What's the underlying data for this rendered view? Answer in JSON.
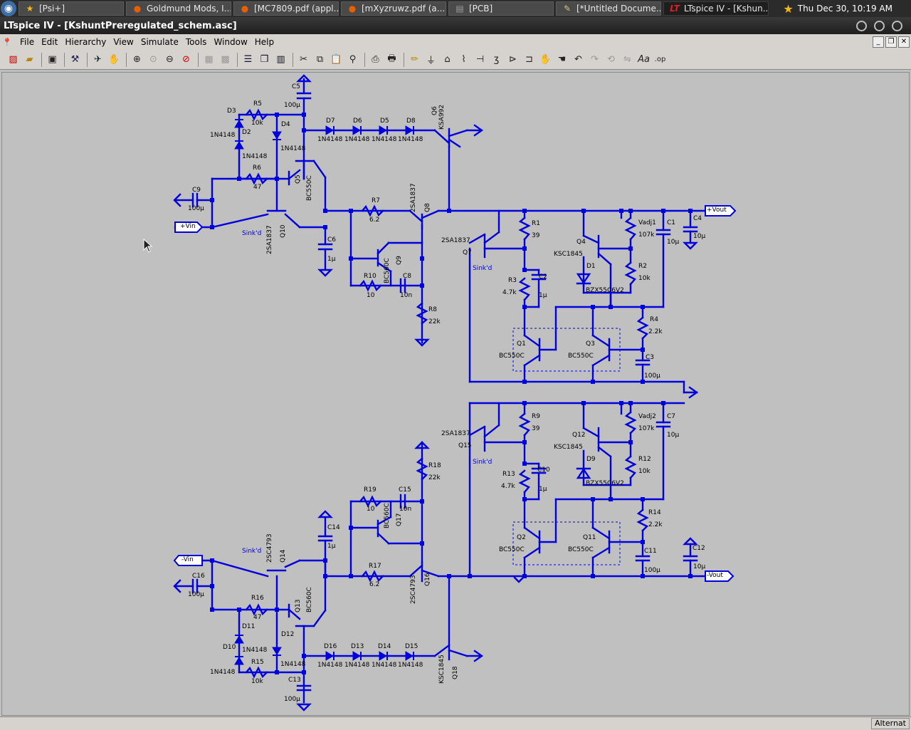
{
  "taskbar": {
    "tasks": [
      {
        "label": "[Psi+]",
        "icon": "star-icon"
      },
      {
        "label": "Goldmund Mods, I...",
        "icon": "firefox-icon"
      },
      {
        "label": "[MC7809.pdf (appl...",
        "icon": "firefox-icon"
      },
      {
        "label": "[mXyzruwz.pdf (a...",
        "icon": "firefox-icon"
      },
      {
        "label": "[PCB]",
        "icon": "pcb-icon"
      },
      {
        "label": "[*Untitled Docume...",
        "icon": "editor-icon"
      },
      {
        "label": "LTspice IV - [Kshun...",
        "icon": "ltspice-icon"
      }
    ],
    "clock": "Thu Dec 30, 10:19 AM"
  },
  "window": {
    "title": "LTspice IV - [KshuntPreregulated_schem.asc]"
  },
  "menu": [
    "File",
    "Edit",
    "Hierarchy",
    "View",
    "Simulate",
    "Tools",
    "Window",
    "Help"
  ],
  "status": {
    "right": "Alternat"
  },
  "labels": {
    "c5": "C5",
    "c5v": "100µ",
    "d3": "D3",
    "r5": "R5",
    "r5v": "10k",
    "d2": "D2",
    "d4": "D4",
    "n1": "1N4148",
    "n2": "1N4148",
    "n3": "1N4148",
    "d7": "D7",
    "d6": "D6",
    "d5": "D5",
    "d8": "D8",
    "nd7": "1N4148",
    "nd6": "1N4148",
    "nd5": "1N4148",
    "nd8": "1N4148",
    "q6": "Q6",
    "q6t": "KSA992",
    "r6": "R6",
    "r6v": "47",
    "c9": "C9",
    "c9v": "100µ",
    "q5": "Q5",
    "q5t": "BC550C",
    "q8": "Q8",
    "q8t": "2SA1837",
    "r7": "R7",
    "r7v": "6.2",
    "vin": "+Vin",
    "sinkd1": "Sink'd",
    "q10": "Q10",
    "q10t": "2SA1837",
    "c6": "C6",
    "c6v": "1µ",
    "q9": "Q9",
    "q9t": "BC560C",
    "r10": "R10",
    "r10v": "10",
    "c8": "C8",
    "c8v": "10n",
    "r8": "R8",
    "r8v": "22k",
    "q7t": "2SA1837",
    "q7": "Q7",
    "sinkd2": "Sink'd",
    "r1": "R1",
    "r1v": "39",
    "r3": "R3",
    "r3v": "4.7k",
    "c2": "C2",
    "c2v": "1µ",
    "q4": "Q4",
    "q4t": "KSC1845",
    "d1": "D1",
    "d1t": "BZX55C6V2",
    "vadj1": "Vadj1",
    "vadj1v": "107k",
    "r2": "R2",
    "r2v": "10k",
    "c1": "C1",
    "c1v": "10µ",
    "c4": "C4",
    "c4v": "10µ",
    "vout": "+Vout",
    "r4": "R4",
    "r4v": "2.2k",
    "q1": "Q1",
    "q1t": "BC550C",
    "q3": "Q3",
    "q3t": "BC550C",
    "c3": "C3",
    "c3v": "100µ",
    "q15t": "2SA1837",
    "q15": "Q15",
    "sinkd3": "Sink'd",
    "r9": "R9",
    "r9v": "39",
    "q12": "Q12",
    "q12t": "KSC1845",
    "vadj2": "Vadj2",
    "vadj2v": "107k",
    "c7": "C7",
    "c7v": "10µ",
    "r13": "R13",
    "r13v": "4.7k",
    "c10": "C10",
    "c10v": "1µ",
    "d9": "D9",
    "d9t": "BZX55C6V2",
    "r12": "R12",
    "r12v": "10k",
    "r18": "R18",
    "r18v": "22k",
    "r19": "R19",
    "r19v": "10",
    "c15": "C15",
    "c15v": "10n",
    "q17": "Q17",
    "q17t": "BC560C",
    "r14": "R14",
    "r14v": "2.2k",
    "c14": "C14",
    "c14v": "1µ",
    "q2": "Q2",
    "q2t": "BC550C",
    "q11": "Q11",
    "q11t": "BC550C",
    "c11": "C11",
    "c11v": "100µ",
    "c12": "C12",
    "c12v": "10µ",
    "nvin": "-Vin",
    "sinkd4": "Sink'd",
    "q14": "Q14",
    "q14t": "2SC4793",
    "c16": "C16",
    "c16v": "100µ",
    "r17": "R17",
    "r17v": "6.2",
    "q16": "Q16",
    "q16t": "2SC4793",
    "nvout": "-Vout",
    "r16": "R16",
    "r16v": "47",
    "q13": "Q13",
    "q13t": "BC560C",
    "d11": "D11",
    "d12": "D12",
    "d10": "D10",
    "n4": "1N4148",
    "n5": "1N4148",
    "n6": "1N4148",
    "r15": "R15",
    "r15v": "10k",
    "c13": "C13",
    "c13v": "100µ",
    "d16": "D16",
    "d13": "D13",
    "d14": "D14",
    "d15": "D15",
    "nd16": "1N4148",
    "nd13": "1N4148",
    "nd14": "1N4148",
    "nd15": "1N4148",
    "q18": "Q18",
    "q18t": "KSC1845"
  }
}
